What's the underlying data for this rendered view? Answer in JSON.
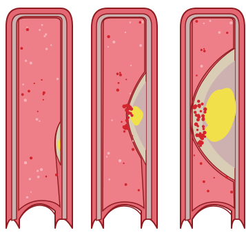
{
  "diagram": {
    "stages": [
      {
        "id": "stage-1",
        "plaque": "minimal"
      },
      {
        "id": "stage-2",
        "plaque": "moderate"
      },
      {
        "id": "stage-3",
        "plaque": "advanced"
      }
    ]
  },
  "colors": {
    "background": "#ffffff",
    "outline": "#8e1b1f",
    "lumen": "#ee7f88",
    "wall_outer": "#e46874",
    "wall_inner": "#cdb1b1",
    "plaque_cap": "#d9cdb5",
    "lipid_core": "#f1e04a",
    "blood_cells": "#d3252d",
    "blood_specks": "#f7b3b9"
  }
}
